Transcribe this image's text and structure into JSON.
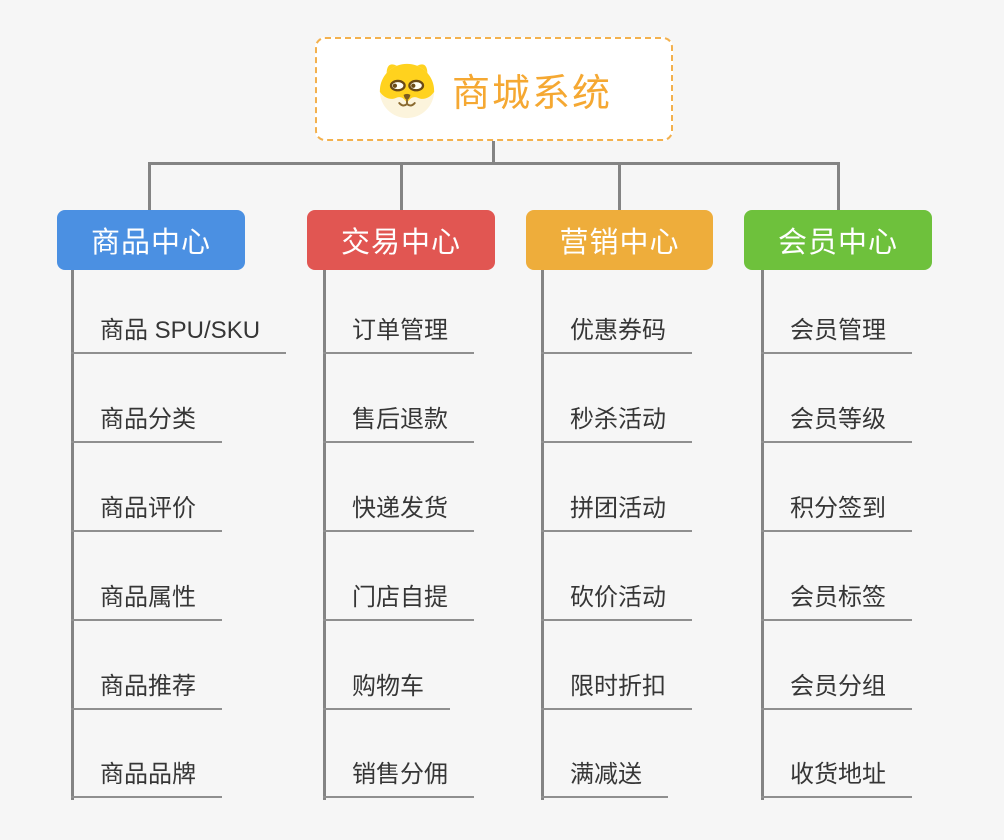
{
  "page": {
    "background": "#f6f6f6",
    "connector_color": "#848484"
  },
  "root": {
    "title": "商城系统",
    "title_color": "#f5a832",
    "border_color": "#f3b14e",
    "icon": "dog-face-icon"
  },
  "branches": [
    {
      "label": "商品中心",
      "color": "#4b90e2",
      "items": [
        "商品 SPU/SKU",
        "商品分类",
        "商品评价",
        "商品属性",
        "商品推荐",
        "商品品牌"
      ]
    },
    {
      "label": "交易中心",
      "color": "#e15652",
      "items": [
        "订单管理",
        "售后退款",
        "快递发货",
        "门店自提",
        "购物车",
        "销售分佣"
      ]
    },
    {
      "label": "营销中心",
      "color": "#eead3b",
      "items": [
        "优惠券码",
        "秒杀活动",
        "拼团活动",
        "砍价活动",
        "限时折扣",
        "满减送"
      ]
    },
    {
      "label": "会员中心",
      "color": "#6ec13c",
      "items": [
        "会员管理",
        "会员等级",
        "积分签到",
        "会员标签",
        "会员分组",
        "收货地址"
      ]
    }
  ]
}
